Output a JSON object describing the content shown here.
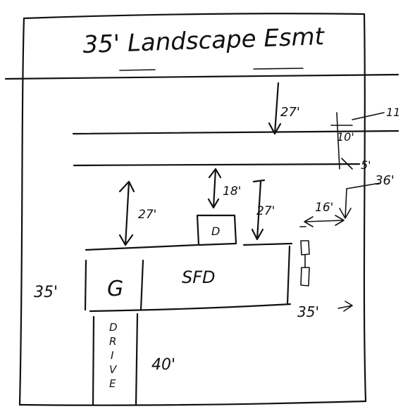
{
  "title": "35' Landscape Esmt",
  "labels": {
    "setback_top": "27'",
    "dim_right_top": "10'",
    "dim_right_mark": "11",
    "dim_right_mid": "5'",
    "dim_right_36": "36'",
    "dim_18": "18'",
    "dim_27_left": "27'",
    "dim_27_mid": "27'",
    "dim_16": "16'",
    "box_d": "D",
    "garage": "G",
    "sfd": "SFD",
    "lot_width_left": "35'",
    "lot_width_right": "35'",
    "driveway": [
      "D",
      "R",
      "I",
      "V",
      "E"
    ],
    "dim_40": "40'"
  }
}
